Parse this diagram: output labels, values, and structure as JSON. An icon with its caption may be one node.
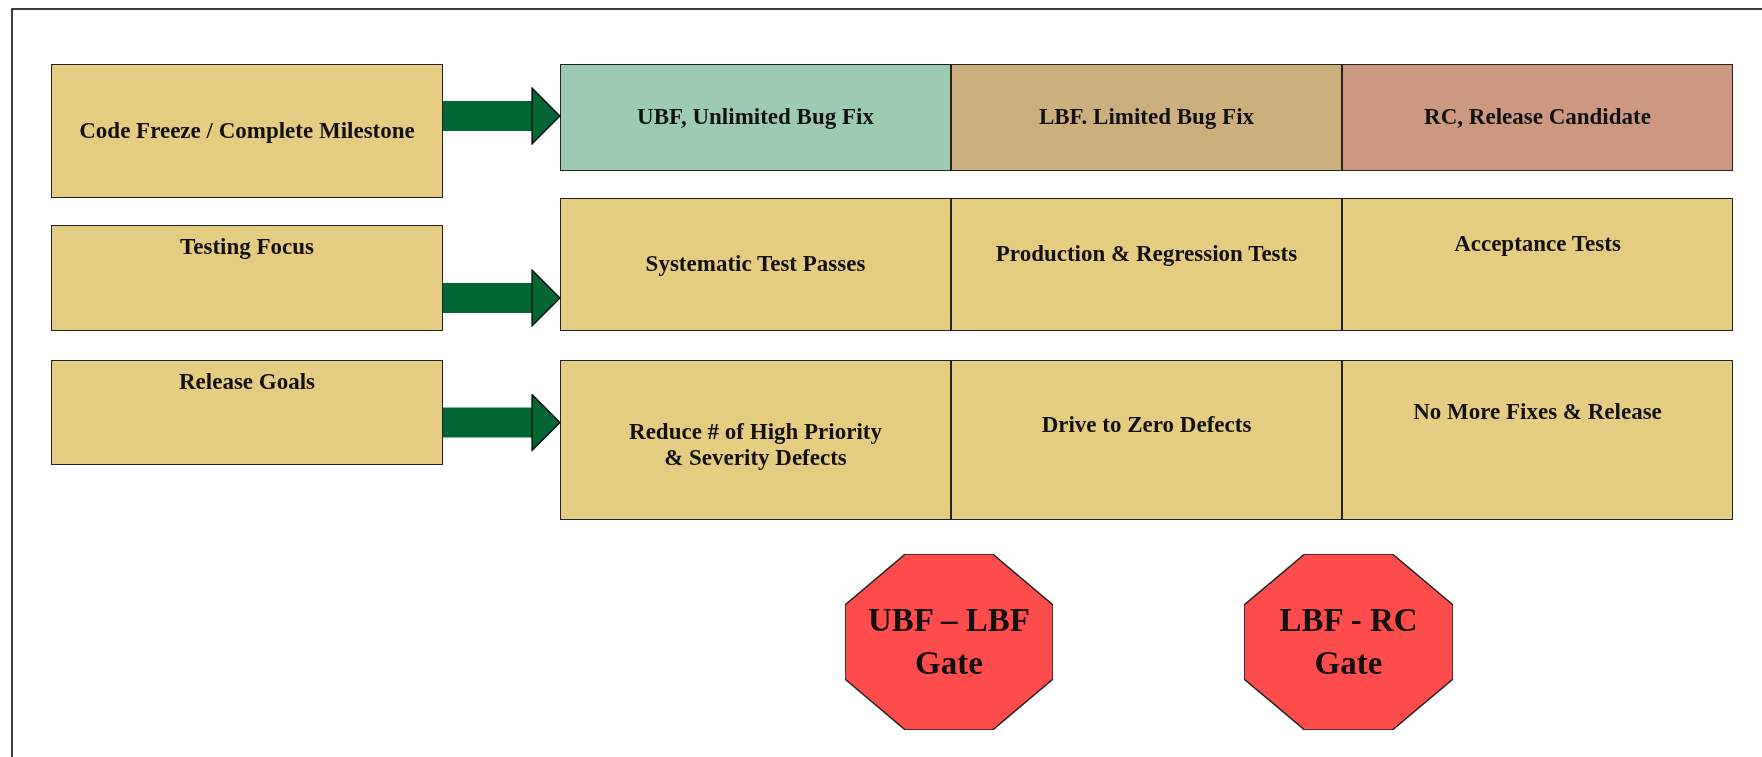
{
  "diagram": {
    "nodes": [
      {
        "text": [
          "Code Freeze / Complete Milestone"
        ]
      },
      {
        "text": [
          "UBF, Unlimited Bug Fix"
        ]
      },
      {
        "text": [
          "LBF. Limited Bug Fix"
        ]
      },
      {
        "text": [
          "RC, Release Candidate"
        ]
      },
      {
        "text": [
          "Testing Focus"
        ]
      },
      {
        "text": [
          "Systematic Test Passes"
        ]
      },
      {
        "text": [
          "Production & Regression Tests"
        ]
      },
      {
        "text": [
          "Acceptance Tests"
        ]
      },
      {
        "text": [
          "Release Goals"
        ]
      },
      {
        "text": [
          "Reduce # of High Priority & Severity Defects"
        ]
      },
      {
        "text": [
          "Drive to Zero Defects"
        ]
      },
      {
        "text": [
          "No More Fixes & Release"
        ]
      },
      {
        "text": [
          "UBF – LBF Gate"
        ]
      },
      {
        "text": [
          "LBF - RC Gate"
        ]
      }
    ],
    "edges": [
      {
        "from": 0,
        "to": 1,
        "arrow": "to"
      },
      {
        "from": 4,
        "to": 5,
        "arrow": "to"
      },
      {
        "from": 8,
        "to": 9,
        "arrow": "to"
      }
    ]
  }
}
